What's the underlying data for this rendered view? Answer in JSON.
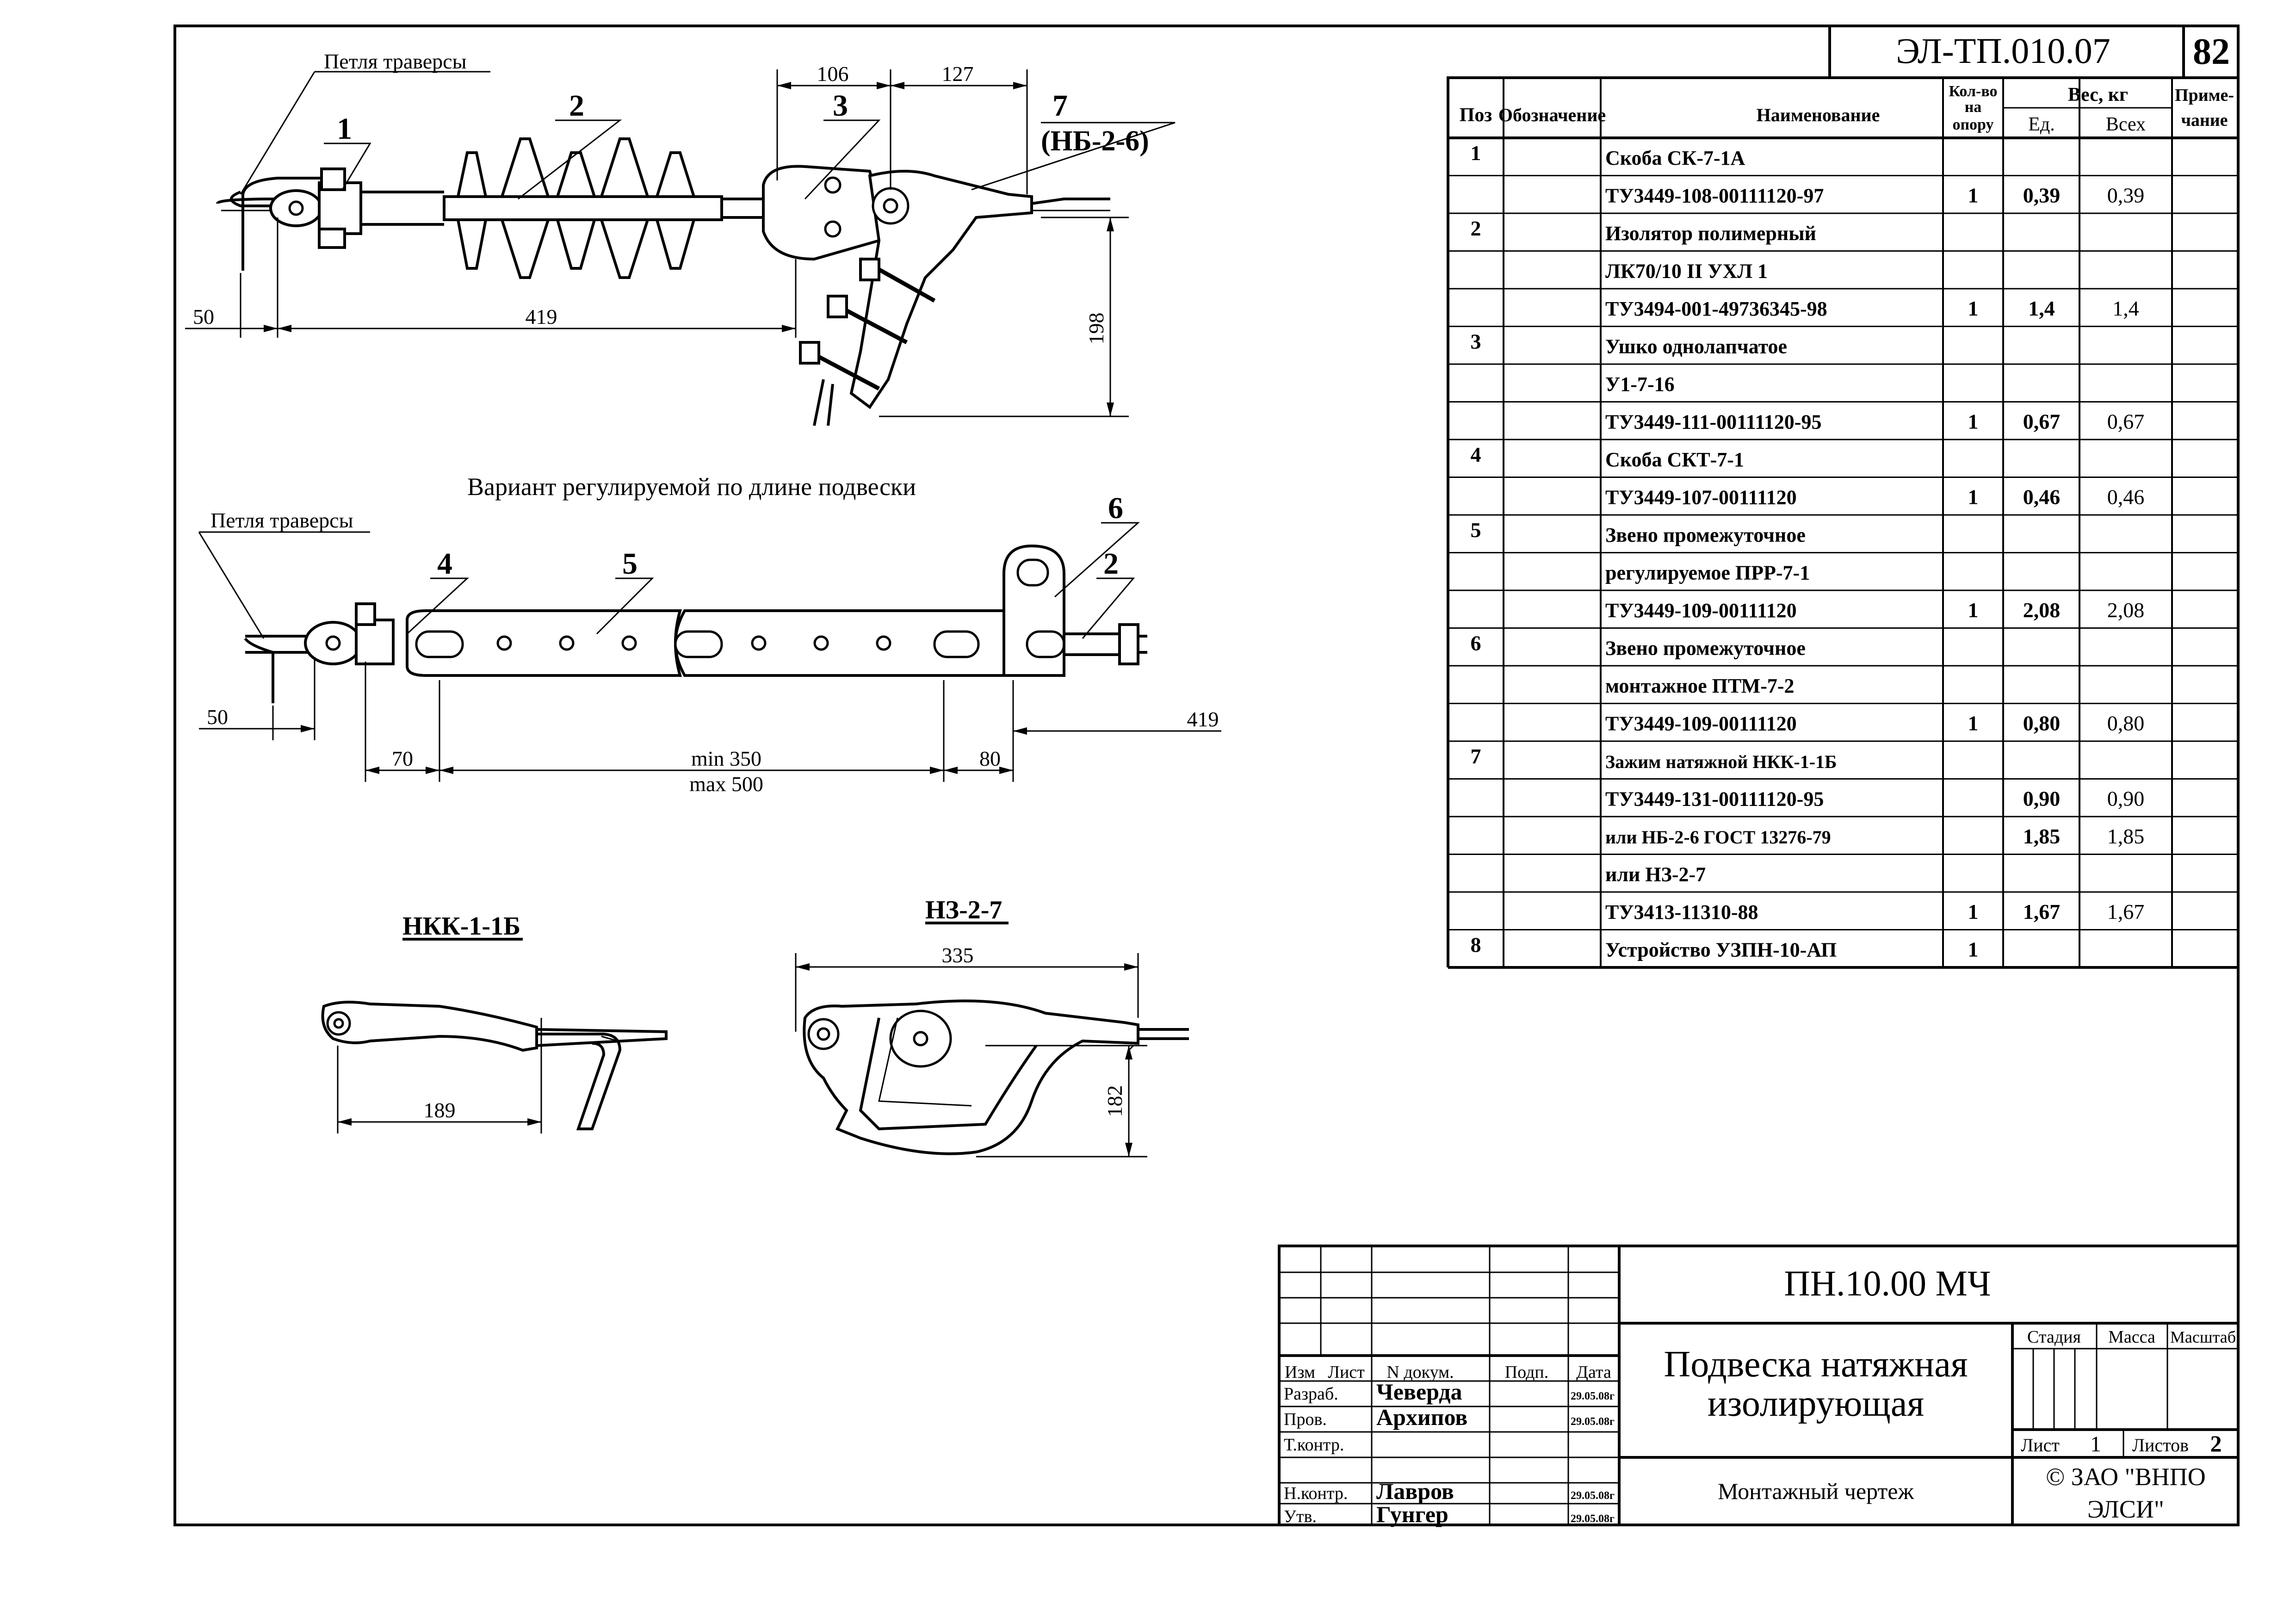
{
  "drawing": {
    "top_code": "ЭЛ-ТП.010.07",
    "page_number": "82",
    "main": {
      "loop_label": "Петля траверсы",
      "clamp_label": "(НБ-2-6)",
      "positions": [
        "1",
        "2",
        "3",
        "7"
      ],
      "dims": [
        "106",
        "127",
        "50",
        "419",
        "198"
      ]
    },
    "variant": {
      "title": "Вариант регулируемой по длине подвески",
      "loop_label": "Петля траверсы",
      "positions": [
        "4",
        "5",
        "6",
        "2"
      ],
      "dims": [
        "50",
        "70",
        "min 350",
        "max 500",
        "80",
        "419"
      ]
    },
    "nkk": {
      "title": "НКК-1-1Б",
      "dim": "189"
    },
    "nz": {
      "title": "НЗ-2-7",
      "dim_w": "335",
      "dim_h": "182"
    }
  },
  "spec": {
    "headers": {
      "pos": "Поз",
      "designation": "Обозначение",
      "name": "Наименование",
      "qty": [
        "Кол-во",
        "на",
        "опору"
      ],
      "weight": "Вес, кг",
      "unit": "Ед.",
      "total": "Всех",
      "note": [
        "Приме-",
        "чание"
      ]
    },
    "rows": [
      {
        "pos": "1",
        "name": "Скоба СК-7-1А",
        "qty": "",
        "unit": "",
        "total": ""
      },
      {
        "pos": "",
        "name": "ТУ3449-108-00111120-97",
        "qty": "1",
        "unit": "0,39",
        "total": "0,39"
      },
      {
        "pos": "2",
        "name": "Изолятор полимерный",
        "qty": "",
        "unit": "",
        "total": ""
      },
      {
        "pos": "",
        "name": "ЛК70/10 II УХЛ 1",
        "qty": "",
        "unit": "",
        "total": ""
      },
      {
        "pos": "",
        "name": "ТУ3494-001-49736345-98",
        "qty": "1",
        "unit": "1,4",
        "total": "1,4"
      },
      {
        "pos": "3",
        "name": "Ушко однолапчатое",
        "qty": "",
        "unit": "",
        "total": ""
      },
      {
        "pos": "",
        "name": "У1-7-16",
        "qty": "",
        "unit": "",
        "total": ""
      },
      {
        "pos": "",
        "name": "ТУ3449-111-00111120-95",
        "qty": "1",
        "unit": "0,67",
        "total": "0,67"
      },
      {
        "pos": "4",
        "name": "Скоба СКТ-7-1",
        "qty": "",
        "unit": "",
        "total": ""
      },
      {
        "pos": "",
        "name": "ТУ3449-107-00111120",
        "qty": "1",
        "unit": "0,46",
        "total": "0,46"
      },
      {
        "pos": "5",
        "name": "Звено промежуточное",
        "qty": "",
        "unit": "",
        "total": ""
      },
      {
        "pos": "",
        "name": "регулируемое ПРР-7-1",
        "qty": "",
        "unit": "",
        "total": ""
      },
      {
        "pos": "",
        "name": "ТУ3449-109-00111120",
        "qty": "1",
        "unit": "2,08",
        "total": "2,08"
      },
      {
        "pos": "6",
        "name": "Звено промежуточное",
        "qty": "",
        "unit": "",
        "total": ""
      },
      {
        "pos": "",
        "name": "монтажное ПТМ-7-2",
        "qty": "",
        "unit": "",
        "total": ""
      },
      {
        "pos": "",
        "name": "ТУ3449-109-00111120",
        "qty": "1",
        "unit": "0,80",
        "total": "0,80"
      },
      {
        "pos": "7",
        "name": "Зажим натяжной НКК-1-1Б",
        "qty": "",
        "unit": "",
        "total": ""
      },
      {
        "pos": "",
        "name": "ТУ3449-131-00111120-95",
        "qty": "",
        "unit": "0,90",
        "total": "0,90"
      },
      {
        "pos": "",
        "name": "или НБ-2-6 ГОСТ 13276-79",
        "qty": "",
        "unit": "1,85",
        "total": "1,85"
      },
      {
        "pos": "",
        "name": "или НЗ-2-7",
        "qty": "",
        "unit": "",
        "total": ""
      },
      {
        "pos": "",
        "name": "ТУ3413-11310-88",
        "qty": "1",
        "unit": "1,67",
        "total": "1,67"
      },
      {
        "pos": "8",
        "name": "Устройство УЗПН-10-АП",
        "qty": "1",
        "unit": "",
        "total": ""
      }
    ]
  },
  "title_block": {
    "code": "ПН.10.00 МЧ",
    "title_line1": "Подвеска натяжная",
    "title_line2": "изолирующая",
    "subtitle": "Монтажный чертеж",
    "company_line1": "© ЗАО \"ВНПО",
    "company_line2": "ЭЛСИ\"",
    "col_headers": [
      "Изм",
      "Лист",
      "N докум.",
      "Подп.",
      "Дата"
    ],
    "stage": "Стадия",
    "mass": "Масса",
    "scale": "Масштаб",
    "sheet_label": "Лист",
    "sheet_value": "1",
    "sheets_label": "Листов",
    "sheets_value": "2",
    "signatures": [
      {
        "role": "Разраб.",
        "name": "Чеверда",
        "date": "29.05.08г"
      },
      {
        "role": "Пров.",
        "name": "Архипов",
        "date": "29.05.08г"
      },
      {
        "role": "Т.контр.",
        "name": "",
        "date": ""
      },
      {
        "role": "Н.контр.",
        "name": "Лавров",
        "date": "29.05.08г"
      },
      {
        "role": "Утв.",
        "name": "Гунгер",
        "date": "29.05.08г"
      }
    ]
  }
}
